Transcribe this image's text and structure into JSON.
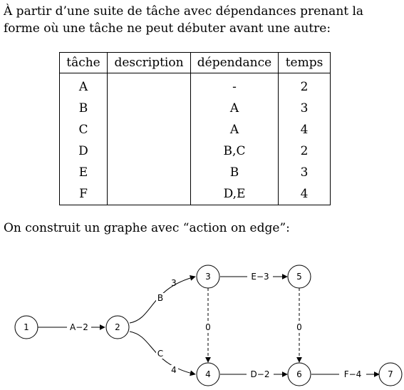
{
  "intro_text": "À partir d’une suite de tâche avec dépendances prenant la forme où une tâche ne peut débuter avant une autre:",
  "table": {
    "headers": [
      "tâche",
      "description",
      "dépendance",
      "temps"
    ],
    "rows": [
      {
        "task": "A",
        "description": "",
        "dependency": "-",
        "time": "2"
      },
      {
        "task": "B",
        "description": "",
        "dependency": "A",
        "time": "3"
      },
      {
        "task": "C",
        "description": "",
        "dependency": "A",
        "time": "4"
      },
      {
        "task": "D",
        "description": "",
        "dependency": "B,C",
        "time": "2"
      },
      {
        "task": "E",
        "description": "",
        "dependency": "B",
        "time": "3"
      },
      {
        "task": "F",
        "description": "",
        "dependency": "D,E",
        "time": "4"
      }
    ]
  },
  "graph_caption": "On construit un graphe avec “action on edge”:",
  "graph": {
    "nodes": [
      "1",
      "2",
      "3",
      "4",
      "5",
      "6",
      "7"
    ],
    "edge_labels": {
      "e12": "A−2",
      "e23_task": "B",
      "e23_time": "3",
      "e24_task": "C",
      "e24_time": "4",
      "e35": "E−3",
      "e34": "0",
      "e56": "0",
      "e46": "D−2",
      "e67": "F−4"
    }
  }
}
